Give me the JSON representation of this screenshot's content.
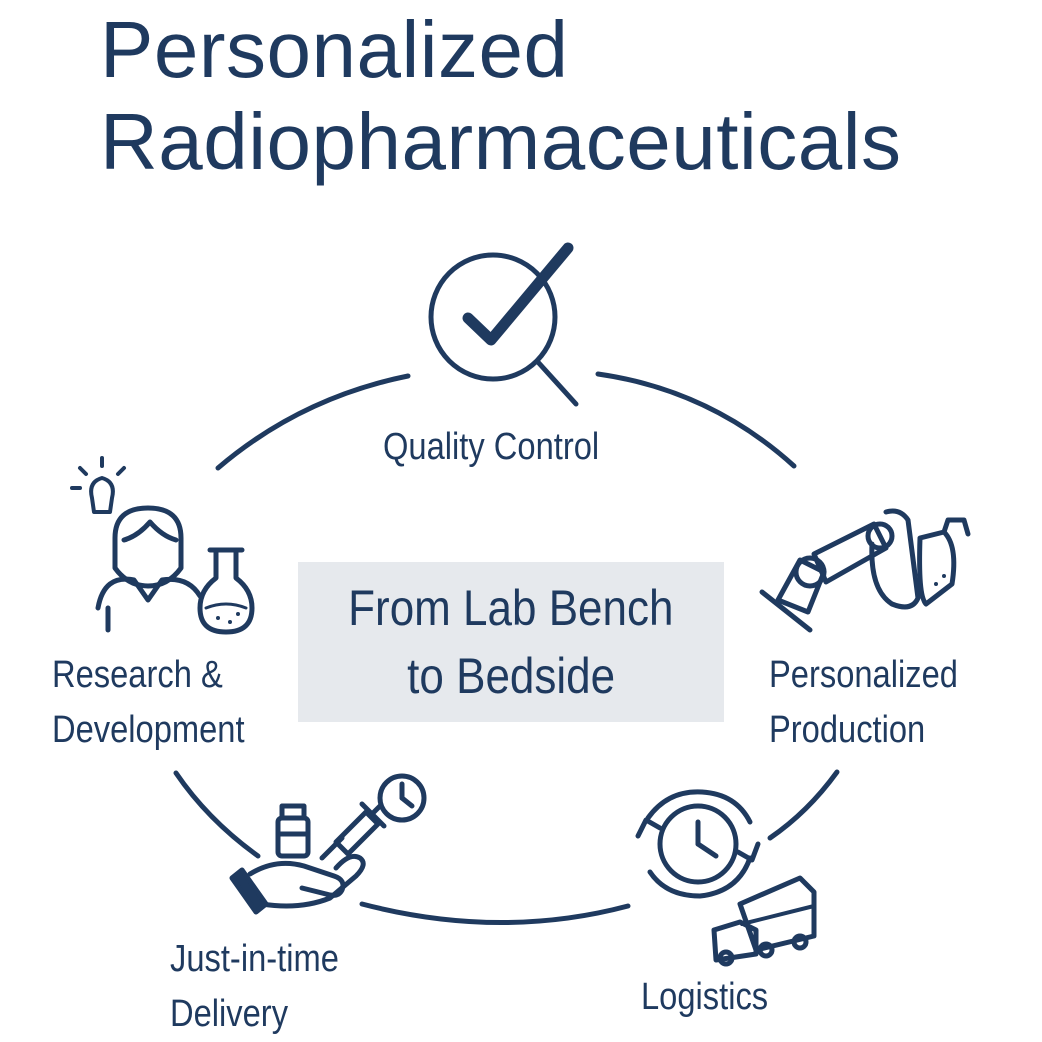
{
  "title": {
    "line1": "Personalized",
    "line2": "Radiopharmaceuticals"
  },
  "center": {
    "line1": "From Lab Bench",
    "line2": "to Bedside"
  },
  "stages": {
    "quality_control": {
      "label": "Quality Control",
      "icon": "magnifier-check-icon"
    },
    "production": {
      "line1": "Personalized",
      "line2": "Production",
      "icon": "robot-arm-vial-icon"
    },
    "logistics": {
      "label": "Logistics",
      "icon": "clock-cycle-truck-icon"
    },
    "delivery": {
      "line1": "Just-in-time",
      "line2": "Delivery",
      "icon": "hand-vial-syringe-clock-icon"
    },
    "research": {
      "line1": "Research &",
      "line2": "Development",
      "icon": "scientist-flask-bulb-icon"
    }
  },
  "colors": {
    "primary": "#1f3a5f",
    "box": "#e6e9ed"
  }
}
